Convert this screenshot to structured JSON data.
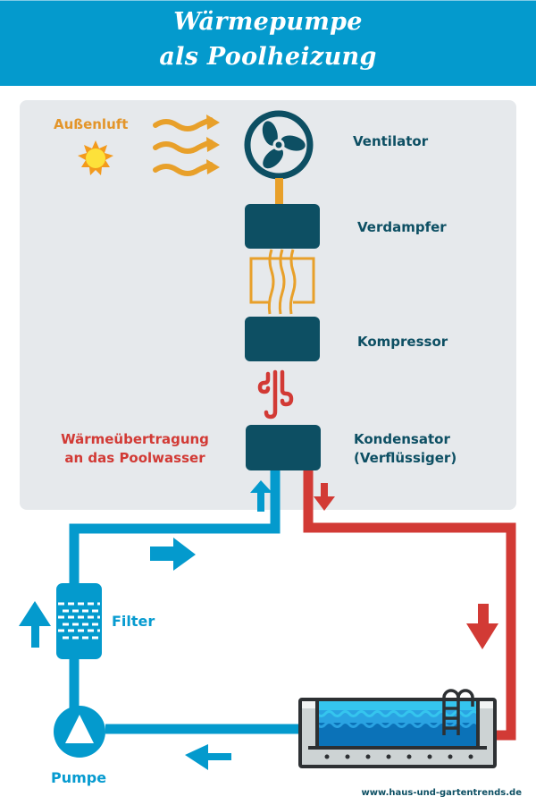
{
  "header": {
    "title_line1": "Wärmepumpe",
    "title_line2": "als Poolheizung"
  },
  "heat_pump": {
    "outside_air_label": "Außenluft",
    "components": [
      {
        "id": "ventilator",
        "label": "Ventilator",
        "icon": "fan-icon"
      },
      {
        "id": "verdampfer",
        "label": "Verdampfer",
        "icon": "evaporator-block-icon"
      },
      {
        "id": "kompressor",
        "label": "Kompressor",
        "icon": "compressor-block-icon"
      },
      {
        "id": "kondensator",
        "label_line1": "Kondensator",
        "label_line2": "(Verflüssiger)",
        "icon": "condenser-block-icon"
      }
    ],
    "heat_transfer_line1": "Wärmeübertragung",
    "heat_transfer_line2": "an das Poolwasser",
    "icons": [
      "sun-icon",
      "wind-wave-icon",
      "heat-exchanger-icon",
      "heat-steam-icon"
    ]
  },
  "circuit": {
    "filter_label": "Filter",
    "pump_label": "Pumpe",
    "icons": [
      "filter-icon",
      "pump-icon",
      "pool-icon",
      "flow-arrow-icon"
    ]
  },
  "colors": {
    "header_blue": "#049acd",
    "dark_teal": "#0d4f63",
    "orange": "#e8a02a",
    "cold_pipe": "#049acd",
    "hot_pipe": "#d23a35",
    "panel": "#e6e9ec"
  },
  "footer": {
    "website": "www.haus-und-gartentrends.de"
  }
}
